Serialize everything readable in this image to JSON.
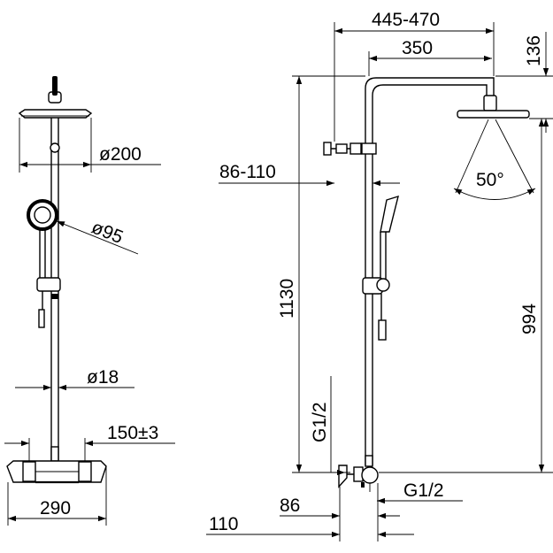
{
  "front_view": {
    "head_diameter": "ø200",
    "hand_shower_diameter": "ø95",
    "rail_diameter": "ø18",
    "mount_distance": "150±3",
    "mixer_width": "290"
  },
  "side_view": {
    "arm_reach": "445-470",
    "arm_length": "350",
    "top_offset": "136",
    "wall_bracket": "86-110",
    "spray_angle": "50°",
    "total_height": "1130",
    "head_height": "994",
    "inlet_left": "G1/2",
    "inlet_right": "G1/2",
    "depth_86": "86",
    "depth_110": "110"
  }
}
